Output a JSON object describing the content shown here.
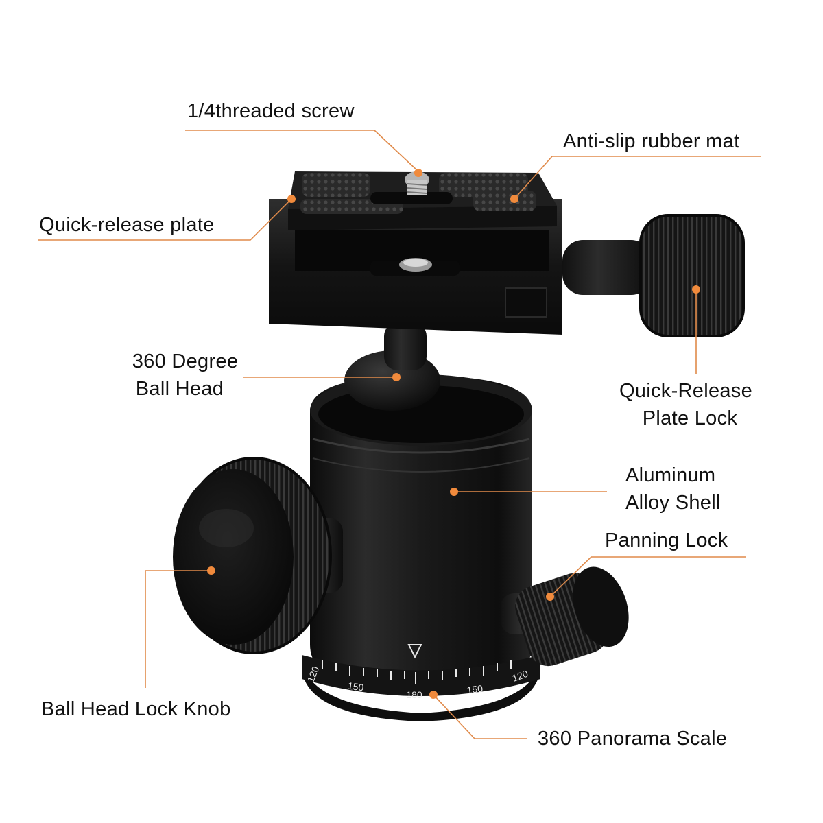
{
  "colors": {
    "leader_line": "#e08a4a",
    "leader_dot": "#f08a3c",
    "body_dark": "#161616",
    "body_mid": "#2a2a2a",
    "highlight": "#5a5a5a",
    "rubber": "#3a3a3a",
    "scale_marks": "#e8e8e8"
  },
  "labels": {
    "threaded_screw": "1/4threaded screw",
    "rubber_mat": "Anti-slip rubber mat",
    "quick_release_plate": "Quick-release plate",
    "ball_head_line1": "360 Degree",
    "ball_head_line2": "Ball Head",
    "plate_lock_line1": "Quick-Release",
    "plate_lock_line2": "Plate Lock",
    "shell_line1": "Aluminum",
    "shell_line2": "Alloy Shell",
    "panning_lock": "Panning Lock",
    "ball_lock_knob": "Ball Head Lock Knob",
    "panorama_scale": "360  Panorama Scale"
  },
  "scale_numbers": {
    "left_edge": "120",
    "left": "150",
    "center": "180",
    "right": "150",
    "right_edge": "120"
  }
}
